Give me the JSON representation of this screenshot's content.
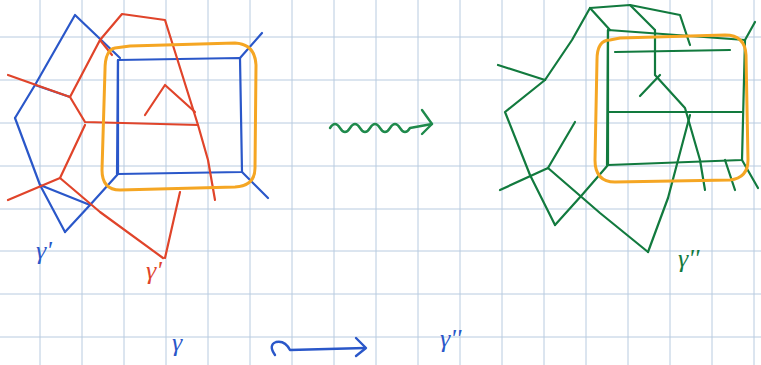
{
  "diagram": {
    "labels": [
      "γ'",
      "γ'",
      "γ''",
      "γ",
      "γ''"
    ]
  }
}
